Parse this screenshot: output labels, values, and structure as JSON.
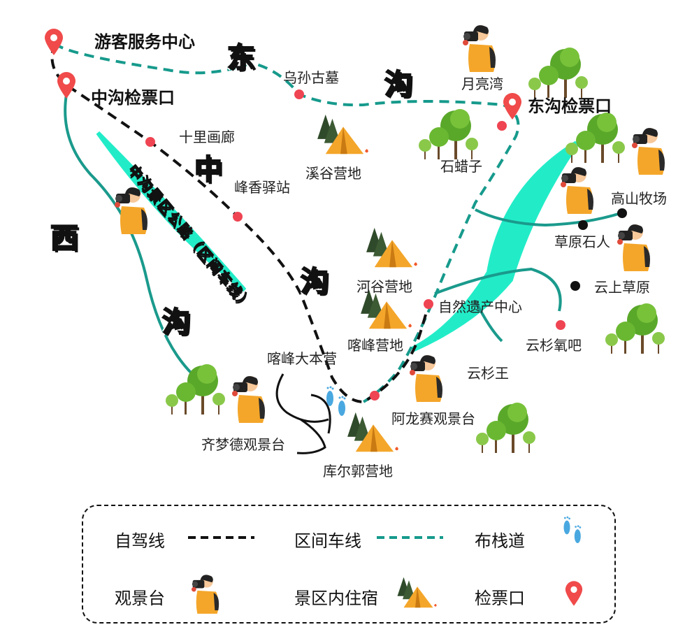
{
  "gates": {
    "visitor_center": "游客服务中心",
    "zhonggou_gate": "中沟检票口",
    "donggou_gate": "东沟检票口"
  },
  "valleys": {
    "dong": "东",
    "zhong": "中",
    "xi": "西",
    "gou": "沟"
  },
  "road_label": "中沟景区公路（区间车线）",
  "places": {
    "wusun": "乌孙古墓",
    "yueliangwan": "月亮湾",
    "shilihualang": "十里画廊",
    "xigu": "溪谷营地",
    "shilazi": "石蜡子",
    "fengxiang": "峰香驿站",
    "gaoshan": "高山牧场",
    "caoyuan_shiren": "草原石人",
    "hegu": "河谷营地",
    "yunshang": "云上草原",
    "ziran": "自然遗产中心",
    "kafeng_camp": "喀峰营地",
    "yunshan_oxygen": "云杉氧吧",
    "kafeng_base": "喀峰大本营",
    "yunshanwang": "云杉王",
    "along": "阿龙赛观景台",
    "qimengde": "齐梦德观景台",
    "kuerguo": "库尔郭营地"
  },
  "legend": {
    "self_drive": "自驾线",
    "shuttle": "区间车线",
    "boardwalk": "布栈道",
    "viewpoint": "观景台",
    "lodging": "景区内住宿",
    "ticket_gate": "检票口"
  },
  "colors": {
    "shuttle": "#169a8c",
    "river": "#1a9a8c",
    "stream": "#22ecc8",
    "pin": "#f04a4a",
    "dot": "#ef4452",
    "tent": "#f4a62a",
    "foot": "#4aa8e0"
  }
}
